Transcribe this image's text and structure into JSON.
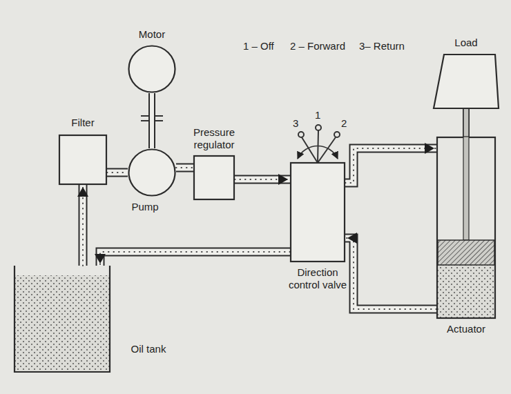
{
  "diagram": {
    "nodes": [
      {
        "text": [
          "Motor"
        ]
      },
      {
        "text": [
          "Filter"
        ]
      },
      {
        "text": [
          "Pump"
        ]
      },
      {
        "text": [
          "Pressure regulator"
        ]
      },
      {
        "text": [
          "Direction control valve"
        ]
      },
      {
        "text": [
          "Load"
        ]
      },
      {
        "text": [
          "Oil tank"
        ]
      },
      {
        "text": [
          "Actuator"
        ]
      }
    ],
    "edges": [
      {
        "from": 6,
        "to": 1,
        "arrow": "to"
      },
      {
        "from": 1,
        "to": 2,
        "arrow": "none"
      },
      {
        "from": 0,
        "to": 2,
        "arrow": "none"
      },
      {
        "from": 2,
        "to": 3,
        "arrow": "none"
      },
      {
        "from": 3,
        "to": 4,
        "arrow": "to"
      },
      {
        "from": 4,
        "to": 7,
        "arrow": "to"
      },
      {
        "from": 7,
        "to": 4,
        "arrow": "to"
      },
      {
        "from": 4,
        "to": 6,
        "arrow": "to"
      },
      {
        "from": 5,
        "to": 7,
        "arrow": "none"
      }
    ],
    "labels": [
      "1 – Off",
      "2 – Forward",
      "3– Return",
      "3",
      "1",
      "2"
    ]
  }
}
